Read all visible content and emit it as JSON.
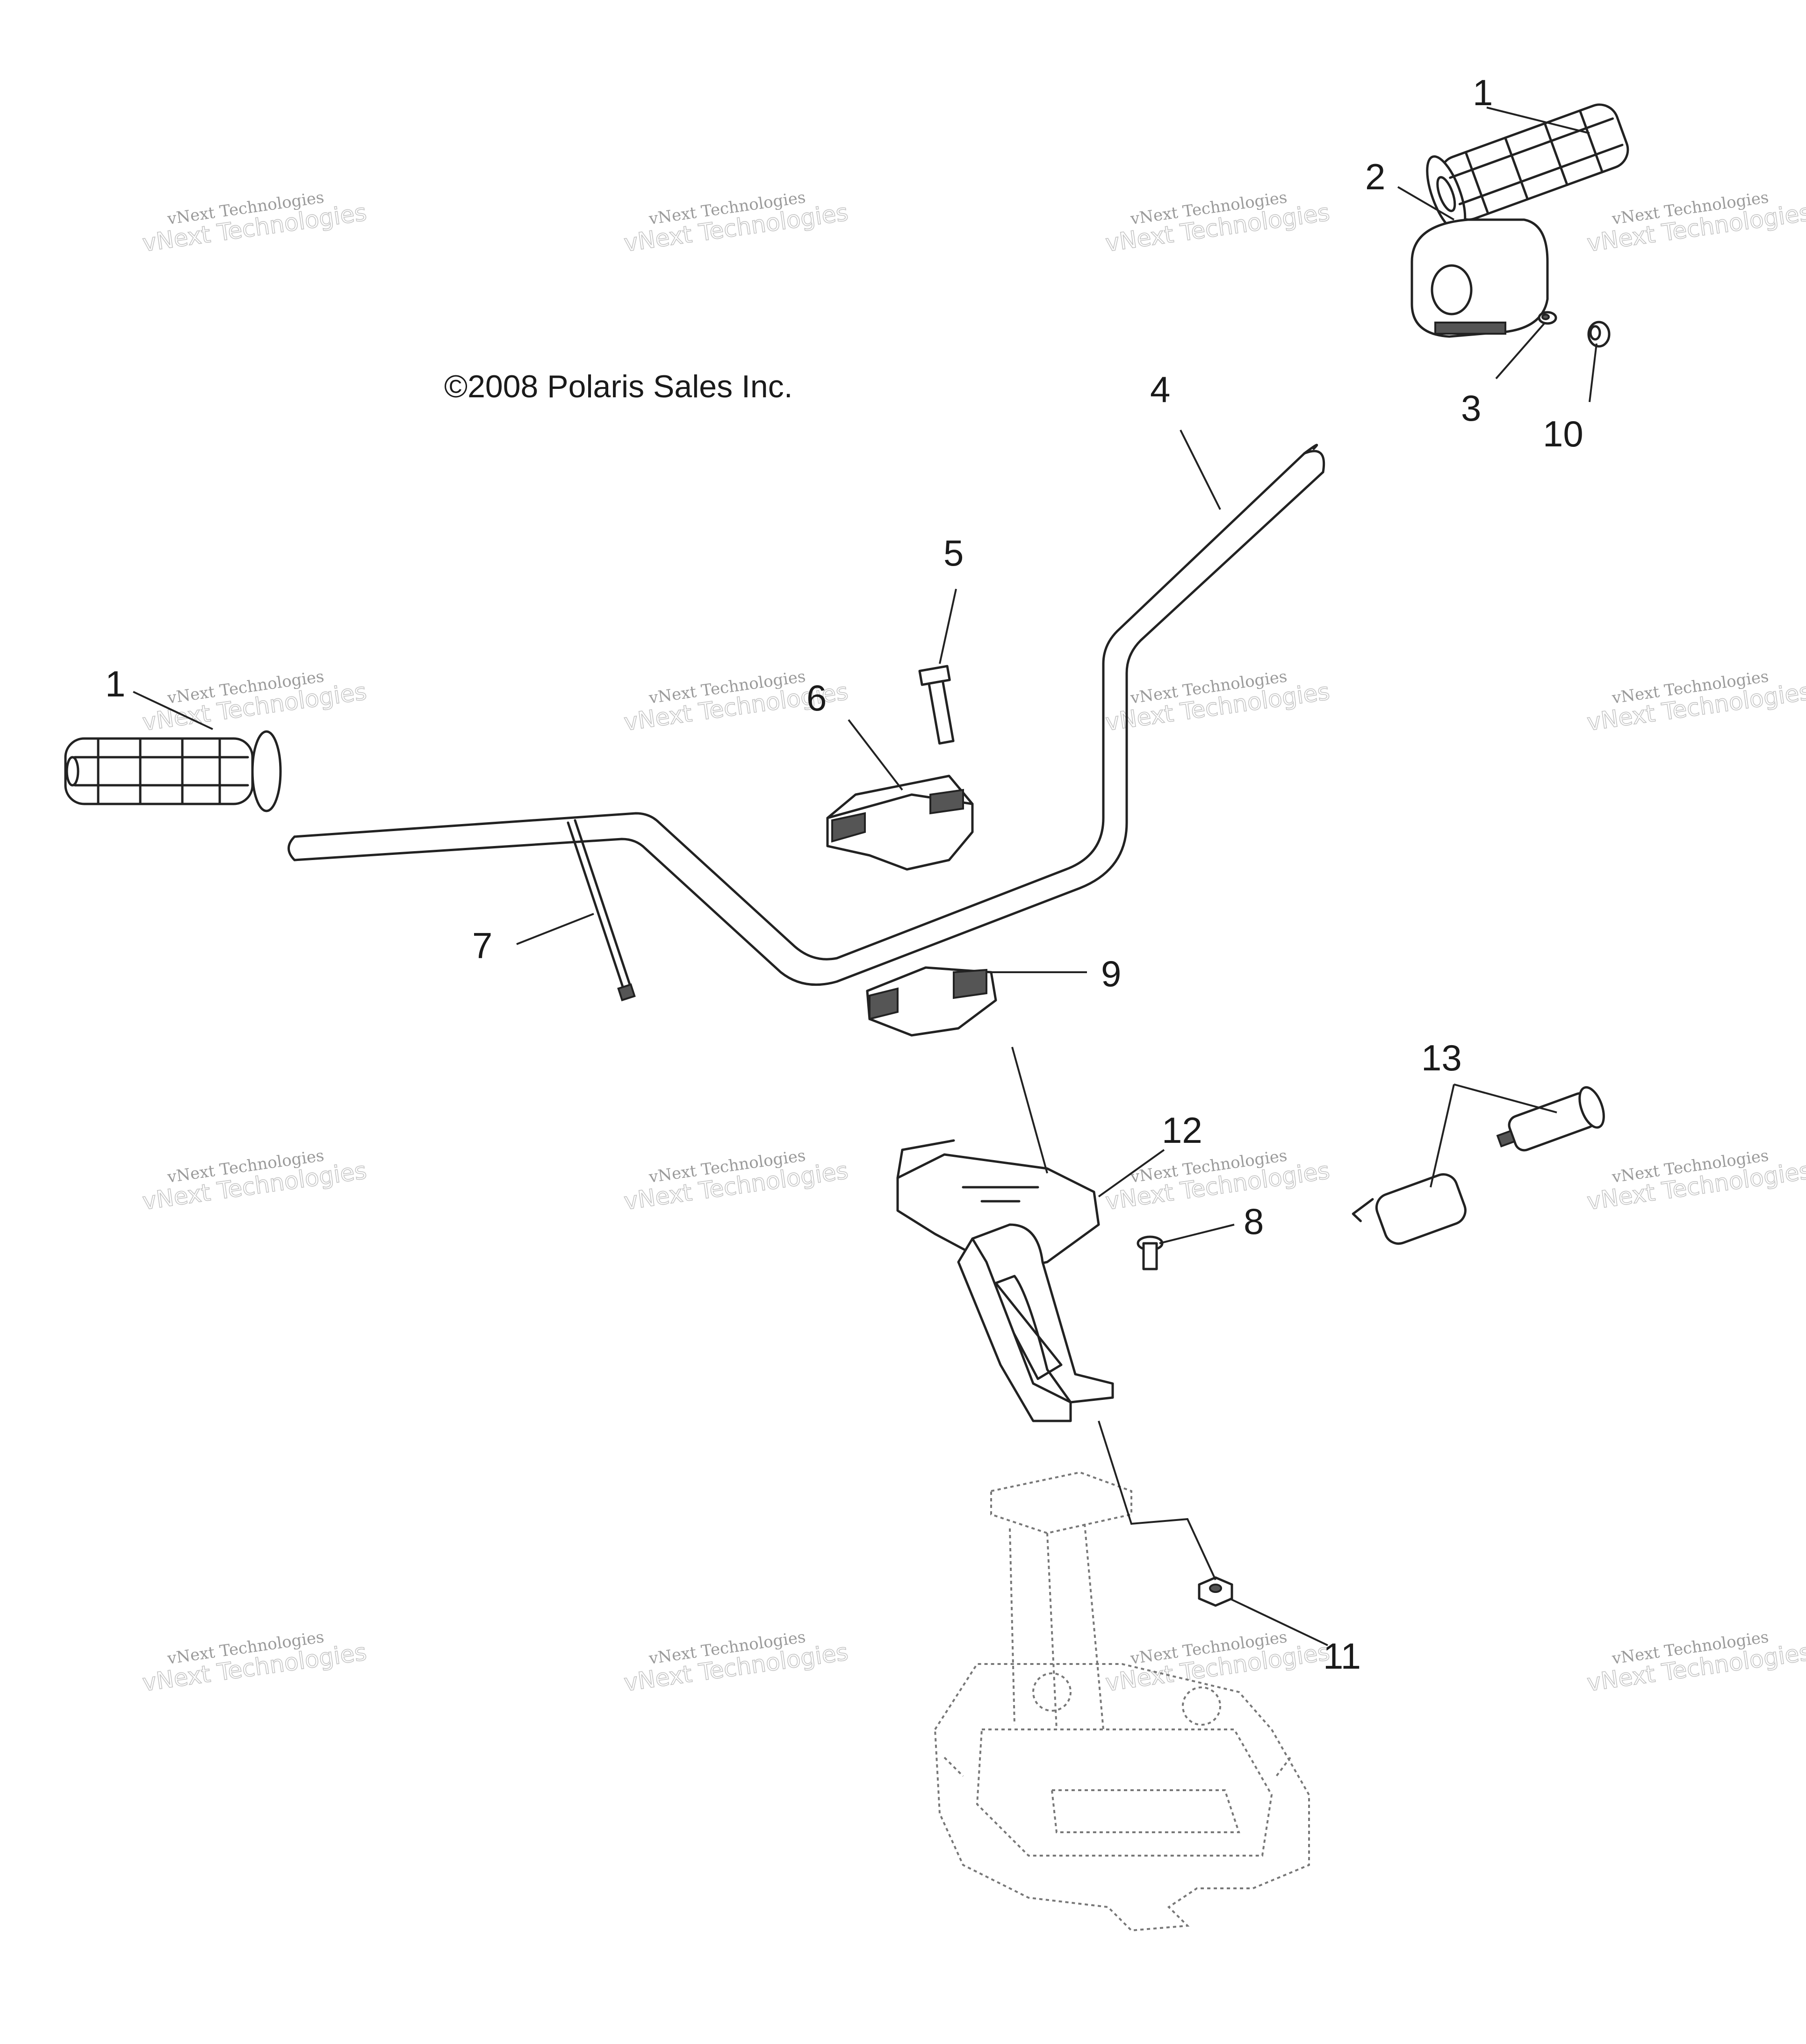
{
  "diagram": {
    "copyright": "©2008 Polaris Sales Inc.",
    "watermark": {
      "line1": "vNext Technologies",
      "line2": "vNext Technologies"
    },
    "callouts": {
      "c1_right": "1",
      "c1_left": "1",
      "c2": "2",
      "c3": "3",
      "c4": "4",
      "c5": "5",
      "c6": "6",
      "c7": "7",
      "c8": "8",
      "c9": "9",
      "c10": "10",
      "c11": "11",
      "c12": "12",
      "c13": "13"
    },
    "colors": {
      "line": "#222222",
      "watermark": "#9a9a9a",
      "ghost": "#777777"
    }
  }
}
